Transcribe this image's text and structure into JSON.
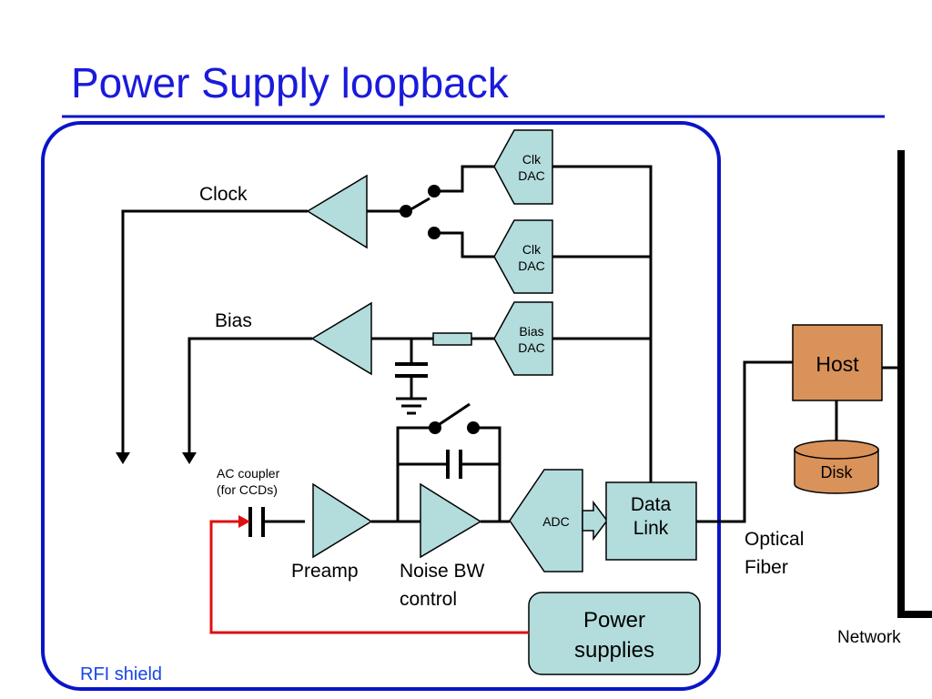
{
  "title": "Power Supply loopback",
  "colors": {
    "title": "#1a1adc",
    "shield": "#0a14c8",
    "component_fill": "#b3dcdc",
    "host_fill": "#d9925a",
    "loopback_wire": "#e01010",
    "shield_label": "#1a46e6"
  },
  "labels": {
    "clock": "Clock",
    "bias": "Bias",
    "ac_coupler_line1": "AC coupler",
    "ac_coupler_line2": "(for CCDs)",
    "preamp": "Preamp",
    "noise_bw_line1": "Noise BW",
    "noise_bw_line2": "control",
    "optical_line1": "Optical",
    "optical_line2": "Fiber",
    "network": "Network",
    "rfi_shield": "RFI shield"
  },
  "blocks": {
    "clk_dac_1": [
      "Clk",
      "DAC"
    ],
    "clk_dac_2": [
      "Clk",
      "DAC"
    ],
    "bias_dac": [
      "Bias",
      "DAC"
    ],
    "adc": "ADC",
    "data_link": [
      "Data",
      "Link"
    ],
    "power_supplies": [
      "Power",
      "supplies"
    ],
    "host": "Host",
    "disk": "Disk"
  }
}
